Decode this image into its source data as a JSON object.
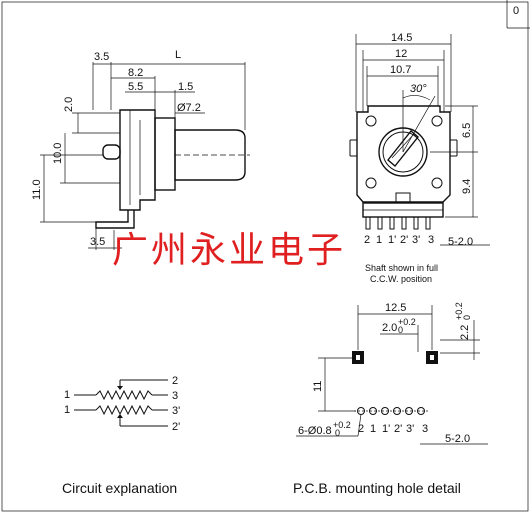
{
  "side_view": {
    "dims": {
      "d_3_5_top": "3.5",
      "d_L": "L",
      "d_8_2": "8.2",
      "d_5_5": "5.5",
      "d_1_5": "1.5",
      "d_dia": "Ø7.2",
      "d_2_0": "2.0",
      "d_10_0": "10.0",
      "d_11_0": "11.0",
      "d_3_5_bottom": "3.5"
    }
  },
  "front_view": {
    "dims": {
      "d_14_5": "14.5",
      "d_12": "12",
      "d_10_7": "10.7",
      "d_30": "30°",
      "d_6_5": "6.5",
      "d_9_4": "9.4",
      "d_pitch": "5-2.0"
    },
    "pins": [
      "2",
      "1",
      "1'",
      "2'",
      "3'",
      "3"
    ],
    "note_line1": "Shaft shown in full",
    "note_line2": "C.C.W. position"
  },
  "pcb": {
    "d_12_5": "12.5",
    "d_2_0": "2.0",
    "d_2_0_tol": "+0.2",
    "d_2_0_tol2": "0",
    "d_2_2": "2.2",
    "d_2_2_tol": "+0.2",
    "d_2_2_tol2": "0",
    "d_11": "11",
    "holes": "6-Ø0.8",
    "holes_tol": "+0.2",
    "holes_tol2": "0",
    "pins": [
      "2",
      "1",
      "1'",
      "2'",
      "3'",
      "3"
    ],
    "pitch": "5-2.0",
    "caption": "P.C.B.  mounting hole detail"
  },
  "circuit": {
    "left_labels": [
      "1",
      "1"
    ],
    "right_labels": [
      "2",
      "3",
      "3'",
      "2'"
    ],
    "caption": "Circuit explanation"
  },
  "watermark": "广州永业电子",
  "corner_glyph": "0"
}
